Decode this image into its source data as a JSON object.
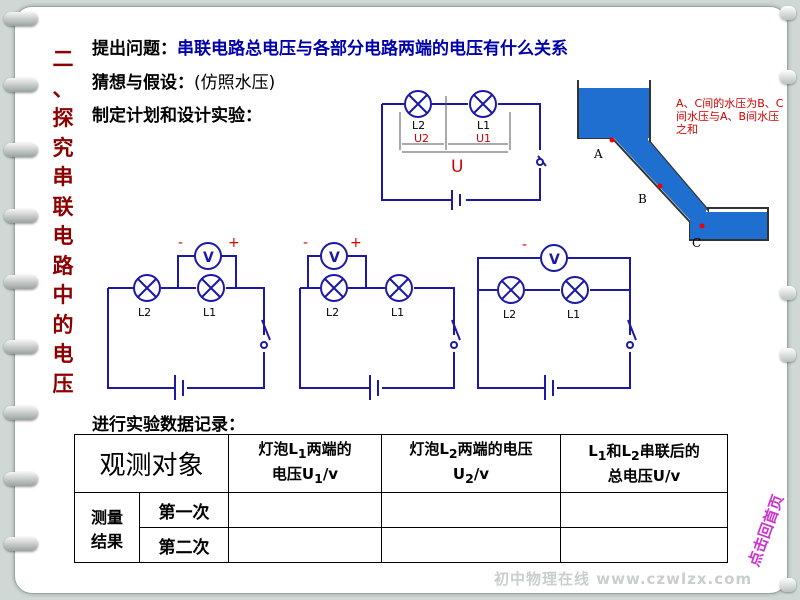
{
  "vertical_title": [
    "二",
    "、",
    "探",
    "究",
    "串",
    "联",
    "电",
    "路",
    "中",
    "的",
    "电",
    "压"
  ],
  "lines": {
    "question_label": "提出问题：",
    "question_text": "串联电路总电压与各部分电路两端的电压有什么关系",
    "hypothesis_label": "猜想与假设：",
    "hypothesis_text": "(仿照水压)",
    "plan_label": "制定计划和设计实验：",
    "record_label": "进行实验数据记录："
  },
  "water_note": "A、C间的水压为B、C间水压与A、B间水压之和",
  "water_points": [
    "A",
    "B",
    "C"
  ],
  "top_circuit": {
    "lamp1": "L2",
    "lamp2": "L1",
    "volt1": "U2",
    "volt2": "U1",
    "total": "U"
  },
  "circuits": [
    {
      "lamp_left": "L2",
      "lamp_right": "L1",
      "meter": "V",
      "minus": "-",
      "plus": "+"
    },
    {
      "lamp_left": "L2",
      "lamp_right": "L1",
      "meter": "V",
      "minus": "-",
      "plus": "+"
    },
    {
      "lamp_left": "L2",
      "lamp_right": "L1",
      "meter": "V",
      "minus": "-",
      "plus": ""
    }
  ],
  "table": {
    "col0": "观测对象",
    "col1_a": "灯泡L",
    "col1_sub": "1",
    "col1_b": "两端的",
    "col1_c": "电压U",
    "col1_sub2": "1",
    "col1_d": "/v",
    "col2_a": "灯泡L",
    "col2_sub": "2",
    "col2_b": "两端的电压",
    "col2_c": "U",
    "col2_sub2": "2",
    "col2_d": "/v",
    "col3_a": "L",
    "col3_sub": "1",
    "col3_b": "和L",
    "col3_sub2": "2",
    "col3_c": "串联后的",
    "col3_d": "总电压U/v",
    "group_label_1": "测量",
    "group_label_2": "结果",
    "row1": "第一次",
    "row2": "第二次"
  },
  "footer": "初中物理在线 www.czwlzx.com",
  "stamp": "点击回首页"
}
